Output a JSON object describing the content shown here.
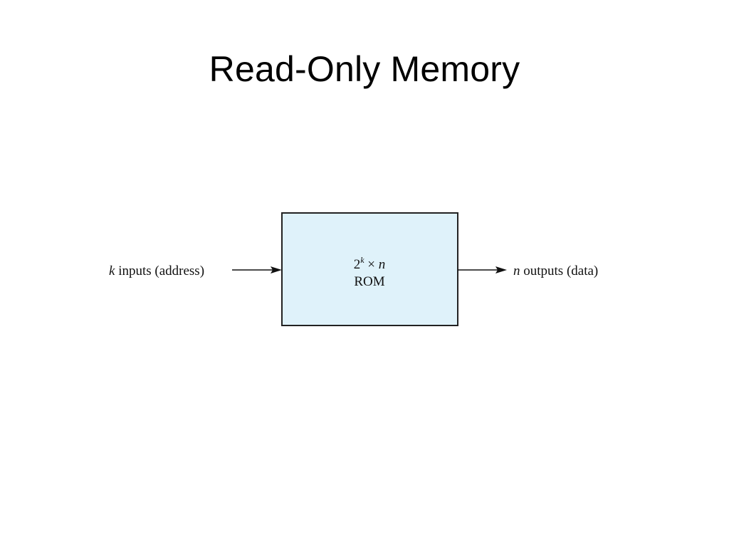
{
  "slide": {
    "title": "Read-Only Memory"
  },
  "diagram": {
    "input_var": "k",
    "input_label": " inputs (address)",
    "block_base": "2",
    "block_exponent": "k",
    "block_times": " × ",
    "block_var": "n",
    "block_name": "ROM",
    "output_var": "n",
    "output_label": " outputs (data)",
    "box_fill": "#dff2fa",
    "box_stroke": "#222222"
  }
}
